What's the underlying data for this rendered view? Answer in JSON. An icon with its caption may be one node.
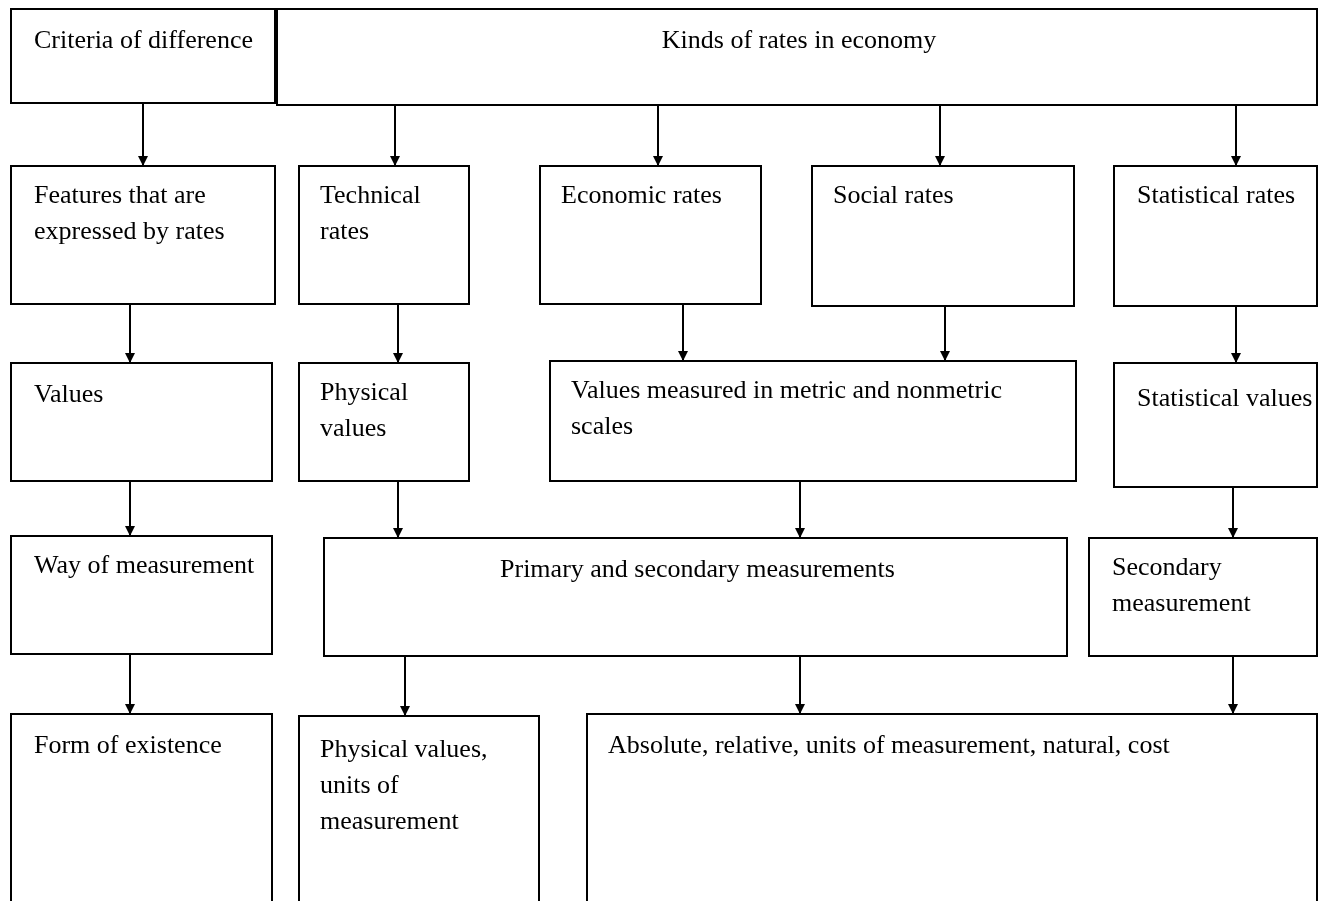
{
  "diagram": {
    "nodes": [
      {
        "text": [
          "Criteria of difference"
        ]
      },
      {
        "text": [
          "Kinds of rates in economy"
        ]
      },
      {
        "text": [
          "Features that are expressed by rates"
        ]
      },
      {
        "text": [
          "Technical rates"
        ]
      },
      {
        "text": [
          "Economic rates"
        ]
      },
      {
        "text": [
          "Social rates"
        ]
      },
      {
        "text": [
          "Statistical rates"
        ]
      },
      {
        "text": [
          "Values"
        ]
      },
      {
        "text": [
          "Physical values"
        ]
      },
      {
        "text": [
          "Values measured in metric and nonmetric scales"
        ]
      },
      {
        "text": [
          "Statistical values"
        ]
      },
      {
        "text": [
          "Way of measurement"
        ]
      },
      {
        "text": [
          "Primary and secondary measurements"
        ]
      },
      {
        "text": [
          "Secondary measurement"
        ]
      },
      {
        "text": [
          "Form of existence"
        ]
      },
      {
        "text": [
          "Physical values, units of measurement"
        ]
      },
      {
        "text": [
          "Absolute, relative, units of measurement, natural, cost"
        ]
      }
    ],
    "edges": [
      {
        "from": 0,
        "to": 2,
        "arrow": "to"
      },
      {
        "from": 1,
        "to": 3,
        "arrow": "to"
      },
      {
        "from": 1,
        "to": 4,
        "arrow": "to"
      },
      {
        "from": 1,
        "to": 5,
        "arrow": "to"
      },
      {
        "from": 1,
        "to": 6,
        "arrow": "to"
      },
      {
        "from": 2,
        "to": 7,
        "arrow": "to"
      },
      {
        "from": 3,
        "to": 8,
        "arrow": "to"
      },
      {
        "from": 4,
        "to": 9,
        "arrow": "to"
      },
      {
        "from": 5,
        "to": 9,
        "arrow": "to"
      },
      {
        "from": 6,
        "to": 10,
        "arrow": "to"
      },
      {
        "from": 7,
        "to": 11,
        "arrow": "to"
      },
      {
        "from": 8,
        "to": 12,
        "arrow": "to"
      },
      {
        "from": 9,
        "to": 12,
        "arrow": "to"
      },
      {
        "from": 10,
        "to": 13,
        "arrow": "to"
      },
      {
        "from": 11,
        "to": 14,
        "arrow": "to"
      },
      {
        "from": 12,
        "to": 15,
        "arrow": "to"
      },
      {
        "from": 12,
        "to": 16,
        "arrow": "to"
      },
      {
        "from": 13,
        "to": 16,
        "arrow": "to"
      }
    ]
  }
}
